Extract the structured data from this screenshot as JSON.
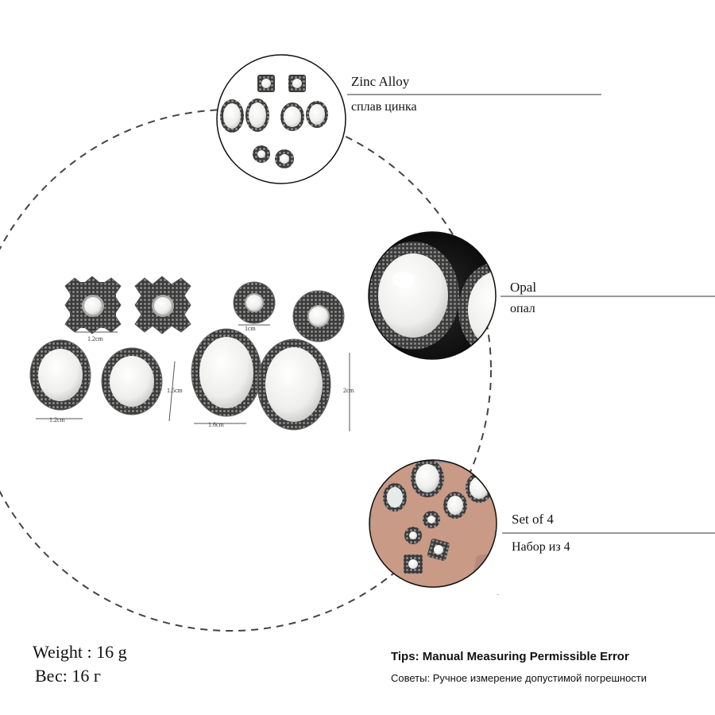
{
  "materials": [
    {
      "label_en": "Zinc Alloy",
      "label_ru": "сплав цинка",
      "icon": "earring-set-thumbnail"
    },
    {
      "label_en": "Opal",
      "label_ru": "опал",
      "icon": "opal-closeup"
    },
    {
      "label_en": "Set of 4",
      "label_ru": "Набор из 4",
      "icon": "earrings-in-hand-photo"
    }
  ],
  "dimensions": {
    "square_stud": "1.2cm",
    "round_stud": "1cm",
    "small_oval_width": "1.2cm",
    "small_oval_height": "1.5cm",
    "large_oval_width": "1.6cm",
    "large_oval_height": "2cm"
  },
  "weight": {
    "en": "Weight : 16 g",
    "ru": "Вес: 16 г"
  },
  "tips": {
    "en": "Tips: Manual Measuring Permissible Error",
    "ru": "Советы: Ручное измерение допустимой погрешности"
  },
  "colors": {
    "metal": "#555555",
    "metal_dark": "#2a2a2a",
    "opal": "#f2f2f0",
    "dashed_circle": "#444444",
    "skin": "#c99a86"
  }
}
